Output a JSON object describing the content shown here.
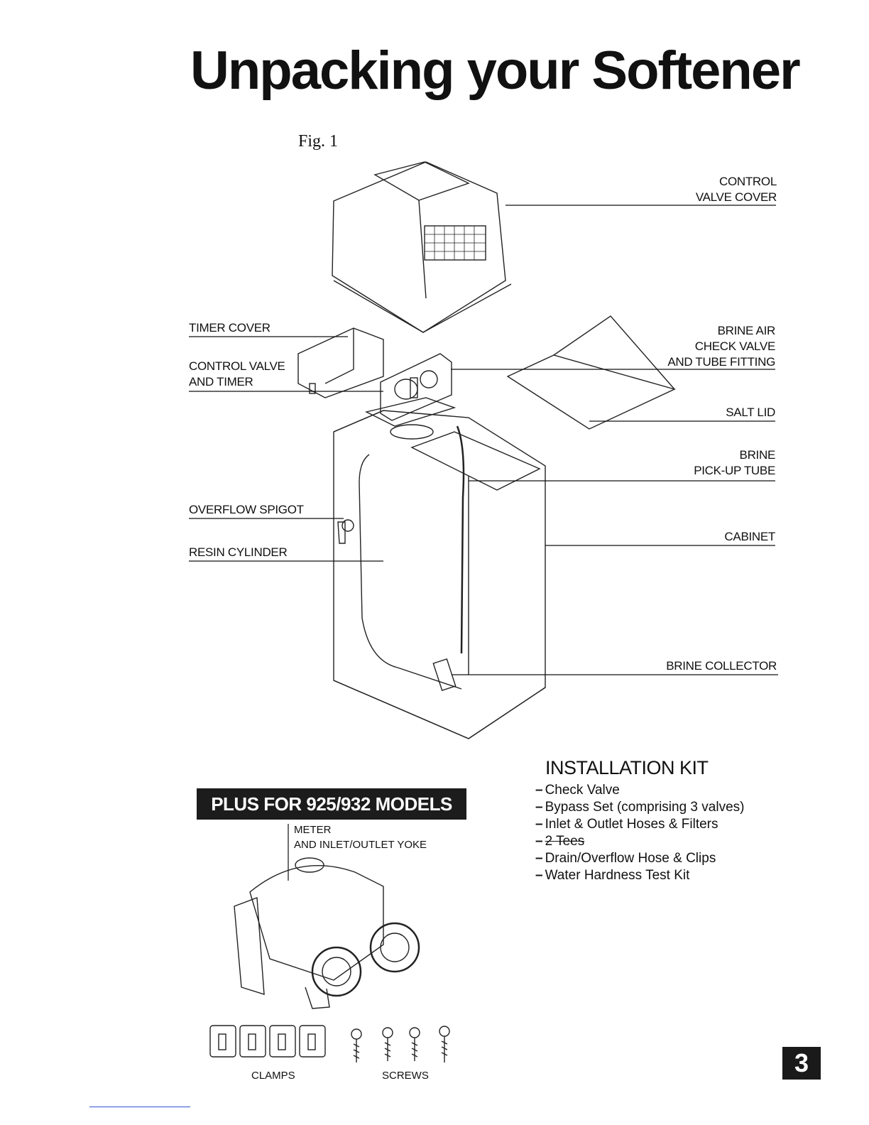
{
  "page": {
    "title": "Unpacking your Softener",
    "figure_label": "Fig. 1",
    "page_number": "3"
  },
  "labels": {
    "control_valve_cover": [
      "CONTROL",
      "VALVE COVER"
    ],
    "timer_cover": "TIMER COVER",
    "control_valve_timer": [
      "CONTROL VALVE",
      "AND TIMER"
    ],
    "brine_air_check_valve": [
      "BRINE AIR",
      "CHECK VALVE",
      "AND TUBE FITTING"
    ],
    "salt_lid": "SALT LID",
    "brine_pickup_tube": [
      "BRINE",
      "PICK-UP TUBE"
    ],
    "overflow_spigot": "OVERFLOW SPIGOT",
    "cabinet": "CABINET",
    "resin_cylinder": "RESIN CYLINDER",
    "brine_collector": "BRINE COLLECTOR"
  },
  "installation_kit": {
    "heading": "INSTALLATION KIT",
    "items": [
      "Check Valve",
      "Bypass Set (comprising 3 valves)",
      "Inlet & Outlet Hoses & Filters",
      "2 Tees",
      "Drain/Overflow Hose & Clips",
      "Water Hardness Test Kit"
    ]
  },
  "extras": {
    "banner": "PLUS FOR 925/932 MODELS",
    "meter_label": [
      "METER",
      "AND INLET/OUTLET YOKE"
    ],
    "clamps_label": "CLAMPS",
    "screws_label": "SCREWS"
  }
}
